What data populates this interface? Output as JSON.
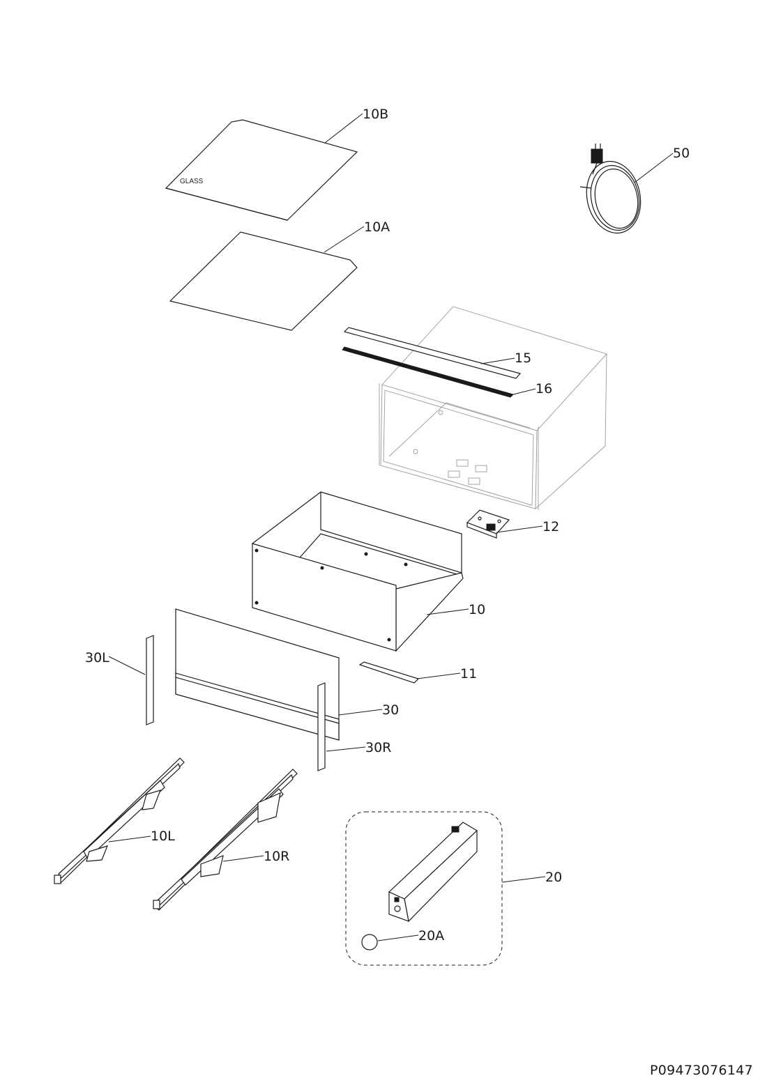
{
  "labels": {
    "p10B": "10B",
    "p10A": "10A",
    "p50": "50",
    "p15": "15",
    "p16": "16",
    "p12": "12",
    "p10": "10",
    "p11": "11",
    "p30L": "30L",
    "p30": "30",
    "p30R": "30R",
    "p10L": "10L",
    "p10R": "10R",
    "p20": "20",
    "p20A": "20A"
  },
  "glass_text": "GLASS",
  "doc_code": "P09473076147"
}
